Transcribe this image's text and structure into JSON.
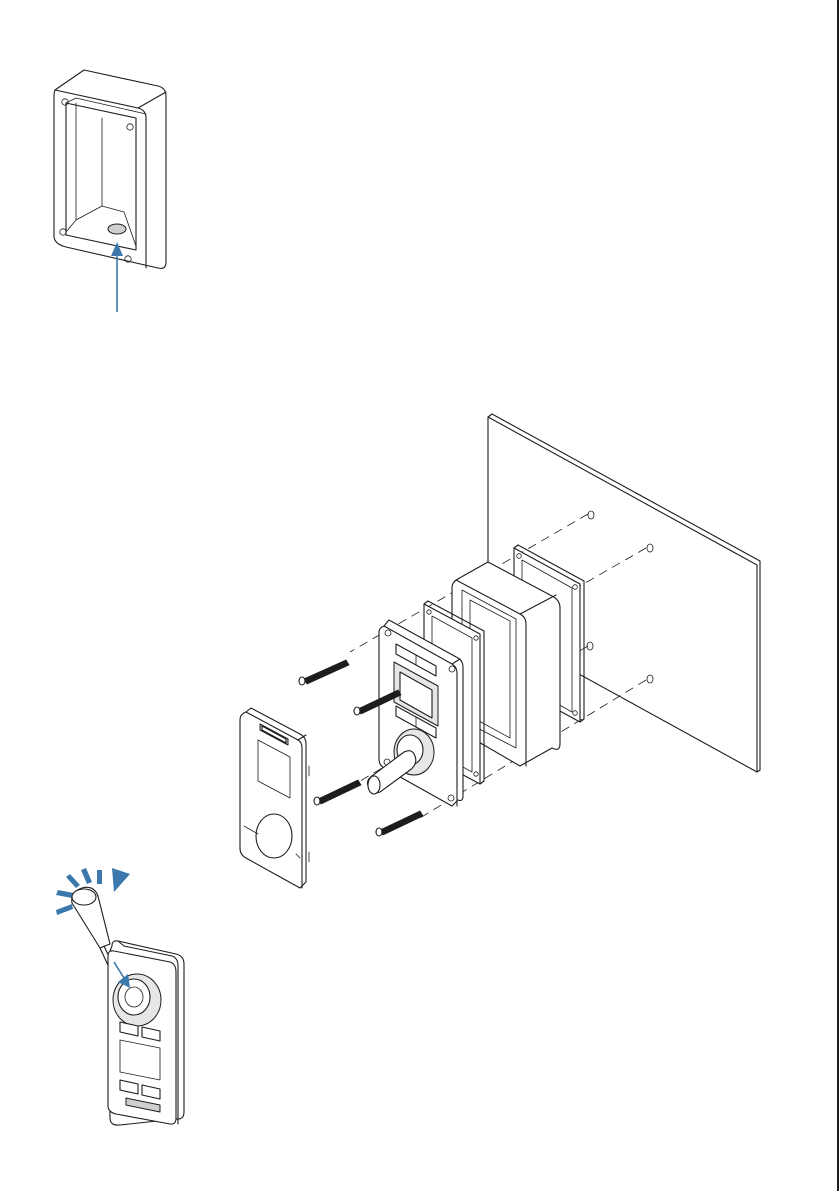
{
  "figure": {
    "accent_color": "#3d78ac",
    "line_color": "#1d1d1b",
    "panels": [
      {
        "id": "bracket",
        "icons": [
          "mounting-box-icon",
          "pointer-arrow-icon"
        ]
      },
      {
        "id": "assembly",
        "icons": [
          "wall-panel-icon",
          "gasket-icon",
          "housing-icon",
          "controller-icon",
          "bezel-icon",
          "screw-icon"
        ]
      },
      {
        "id": "cap-removal",
        "icons": [
          "joystick-cap-icon",
          "motion-marks-icon",
          "joystick-unit-icon"
        ]
      }
    ]
  }
}
